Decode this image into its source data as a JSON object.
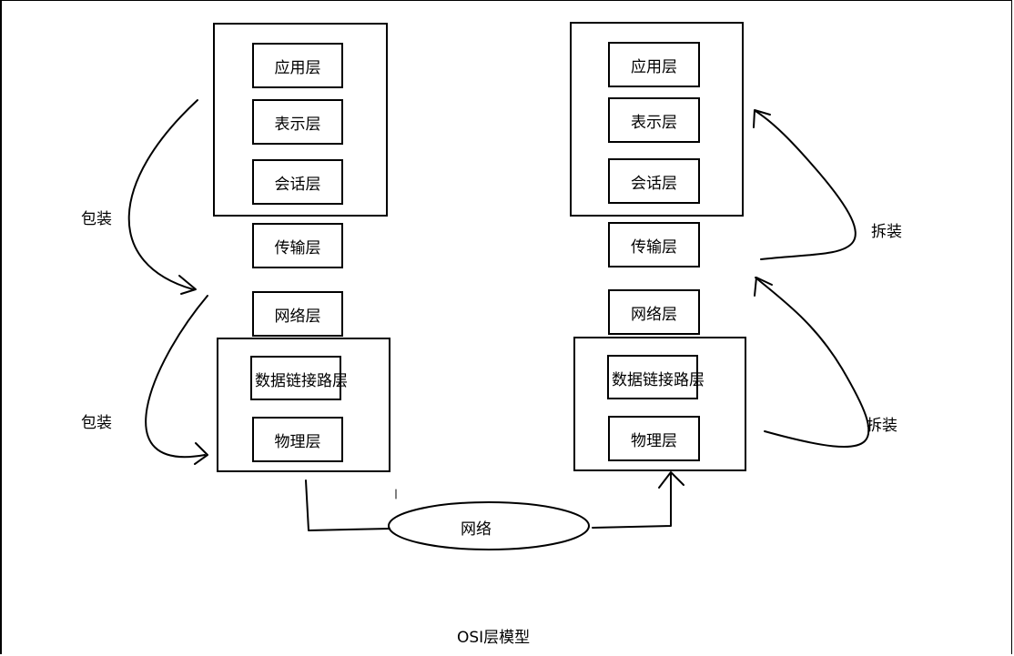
{
  "left_stack": {
    "application": "应用层",
    "presentation": "表示层",
    "session": "会话层",
    "transport": "传输层",
    "network": "网络层",
    "datalink": "数据链接路层",
    "physical": "物理层"
  },
  "right_stack": {
    "application": "应用层",
    "presentation": "表示层",
    "session": "会话层",
    "transport": "传输层",
    "network": "网络层",
    "datalink": "数据链接路层",
    "physical": "物理层"
  },
  "labels": {
    "wrap_top": "包装",
    "wrap_bottom": "包装",
    "unwrap_top": "拆装",
    "unwrap_bottom": "拆装",
    "network_cloud": "网络",
    "caption": "OSI层模型"
  }
}
